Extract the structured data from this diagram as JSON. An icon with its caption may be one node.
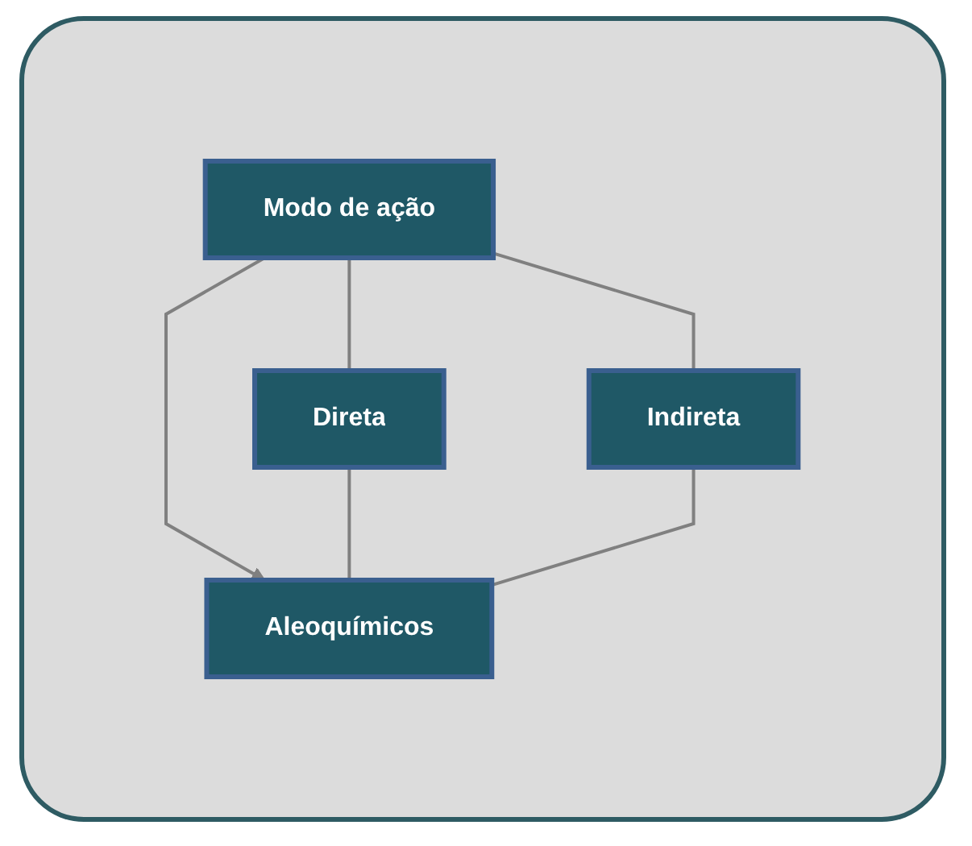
{
  "diagram": {
    "nodes": [
      {
        "text": [
          "Modo de ação"
        ]
      },
      {
        "text": [
          "Direta"
        ]
      },
      {
        "text": [
          "Indireta"
        ]
      },
      {
        "text": [
          "Aleoquímicos"
        ]
      }
    ],
    "edges": [
      {
        "from": 0,
        "to": 1,
        "arrow": "none"
      },
      {
        "from": 0,
        "to": 2,
        "arrow": "none"
      },
      {
        "from": 0,
        "to": 3,
        "arrow": "to"
      },
      {
        "from": 1,
        "to": 3,
        "arrow": "none"
      },
      {
        "from": 2,
        "to": 3,
        "arrow": "none"
      }
    ]
  }
}
